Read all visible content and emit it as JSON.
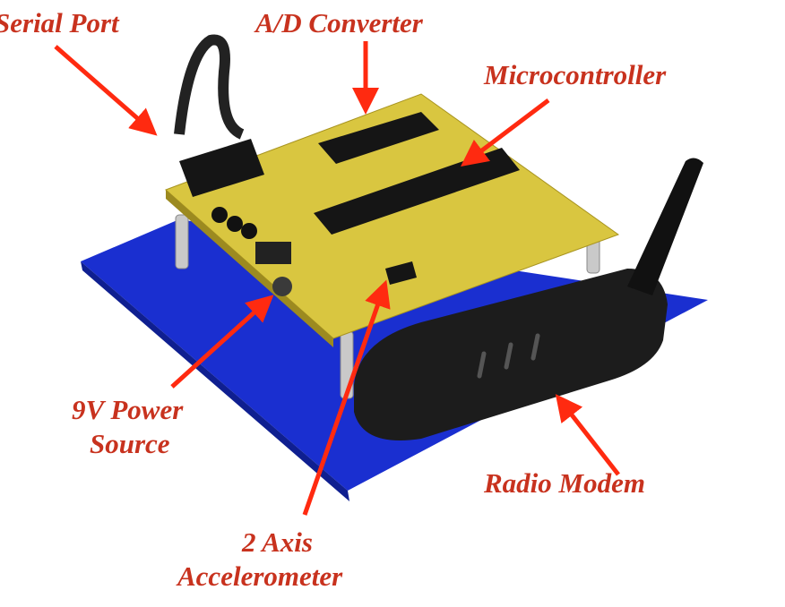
{
  "labels": {
    "serial_port": "Serial Port",
    "ad_converter": "A/D Converter",
    "microcontroller": "Microcontroller",
    "power_line1": "9V Power",
    "power_line2": "Source",
    "radio_modem": "Radio Modem",
    "accel_line1": "2 Axis",
    "accel_line2": "Accelerometer"
  },
  "colors": {
    "label_text": "#c8321e",
    "arrow": "#ff2a10",
    "base_plate": "#1a2fd0",
    "pcb": "#d9c640",
    "modem": "#1c1c1c"
  }
}
